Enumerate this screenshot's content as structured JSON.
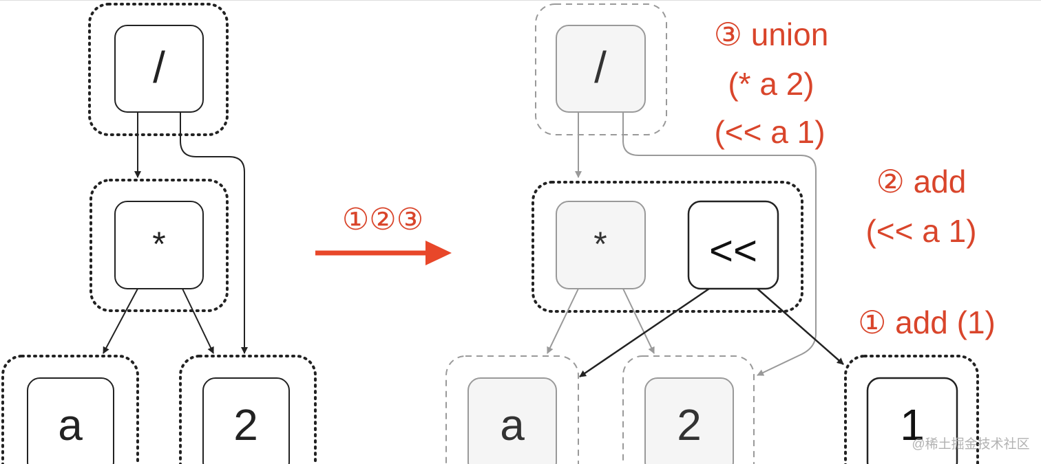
{
  "before": {
    "nodes": {
      "div": "/",
      "mul": "*",
      "a": "a",
      "two": "2"
    }
  },
  "transition": {
    "label": "①②③",
    "color": "#e8472a"
  },
  "after": {
    "nodes": {
      "div": "/",
      "mul": "*",
      "shl": "<<",
      "a": "a",
      "two": "2",
      "one": "1"
    },
    "annotations": {
      "step3_title": "③ union",
      "step3_line1": "(* a 2)",
      "step3_line2": "(<< a 1)",
      "step2_title": "② add",
      "step2_line1": "(<< a 1)",
      "step1": "① add (1)"
    }
  },
  "watermark": "@稀土掘金技术社区"
}
